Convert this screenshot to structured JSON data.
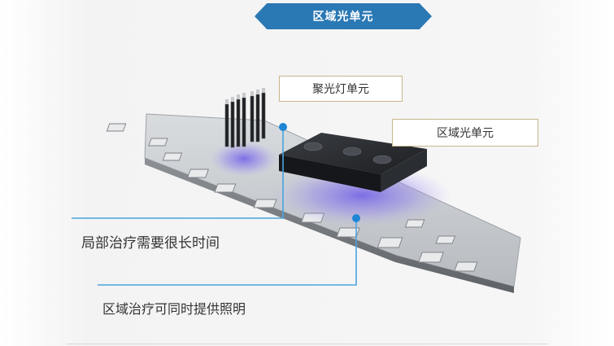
{
  "header": {
    "title": "区域光单元"
  },
  "labels": {
    "spot_unit": "聚光灯单元",
    "area_unit": "区域光单元"
  },
  "notes": {
    "local_cure": "局部治疗需要很长时间",
    "area_cure": "区域治疗可同时提供照明"
  },
  "colors": {
    "header_blue": "#2a78b4",
    "label_border": "#c8b68a",
    "callout_blue": "#4aa3e0",
    "uv_glow": "#6f5de8"
  }
}
